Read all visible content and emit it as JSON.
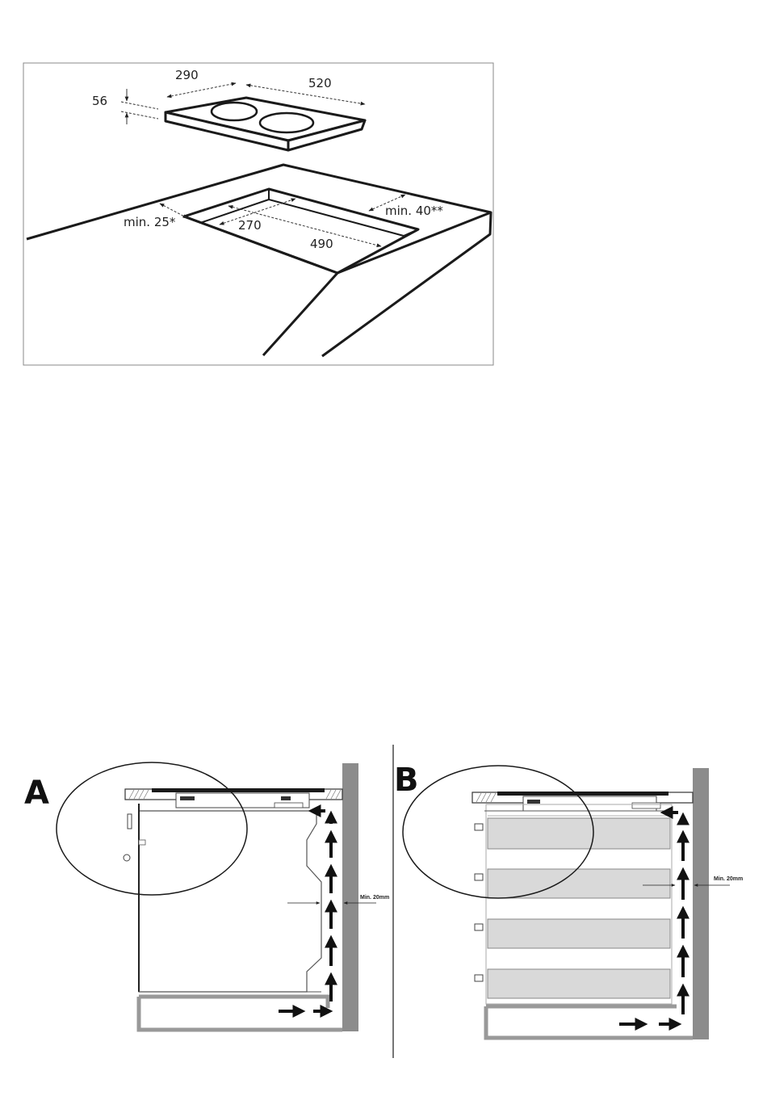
{
  "hob_figure": {
    "dimensions": {
      "hob_width": "520",
      "hob_depth": "290",
      "hob_height": "56",
      "cutout_width": "490",
      "cutout_depth": "270",
      "front_clearance": "min. 25*",
      "rear_clearance": "min. 40**"
    }
  },
  "ventilation_figures": {
    "panel_a": {
      "label": "A",
      "gap_label": "Min. 20mm"
    },
    "panel_b": {
      "label": "B",
      "gap_label": "Min. 20mm"
    }
  },
  "colors": {
    "line": "#1a1a1a",
    "wall_gray": "#8c8c8c",
    "drawer_fill": "#d9d9d9"
  }
}
